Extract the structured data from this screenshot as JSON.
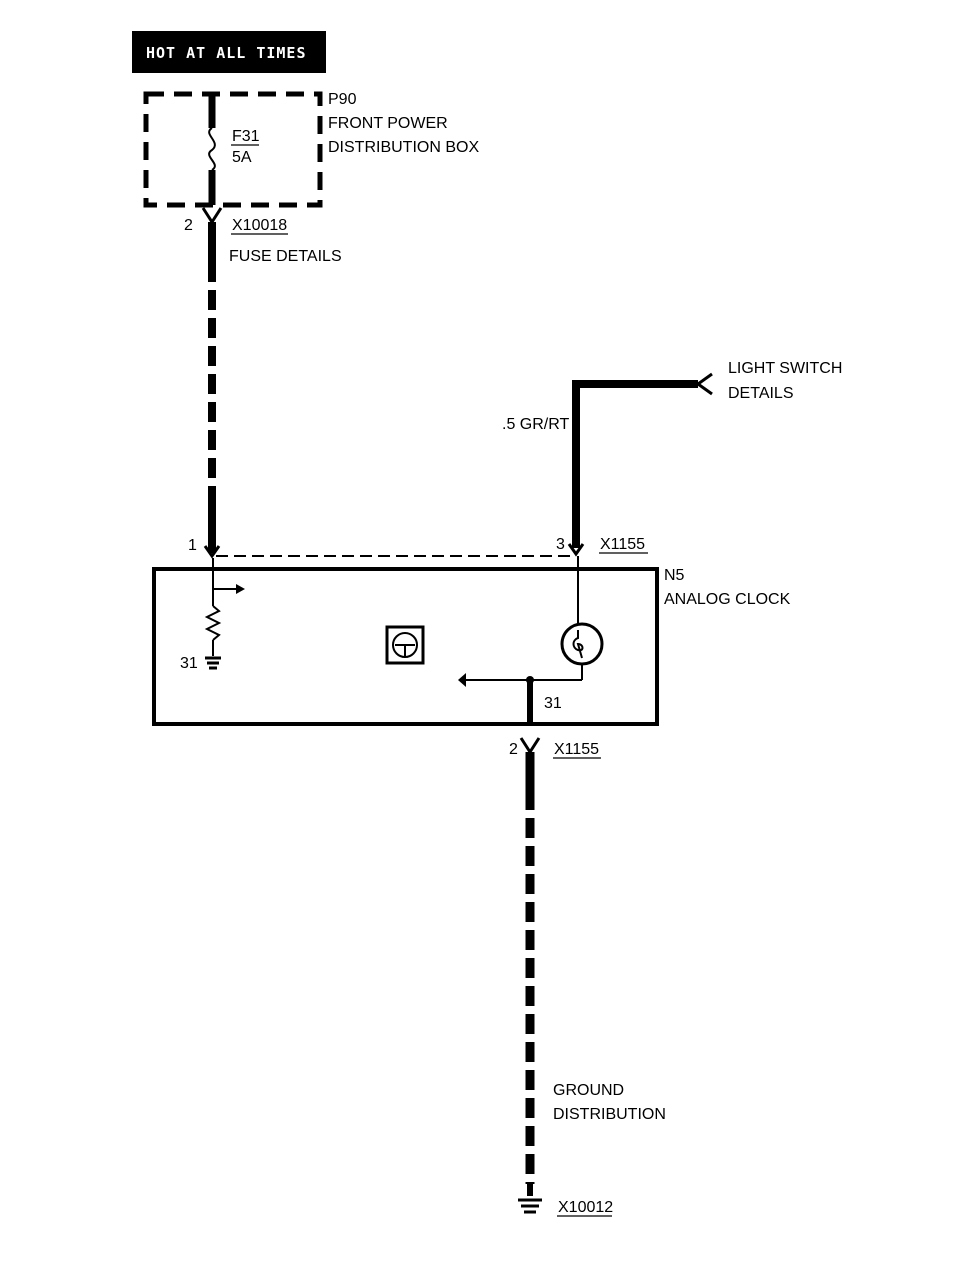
{
  "banner": {
    "text": "HOT AT ALL TIMES"
  },
  "fuse_box": {
    "id": "P90",
    "name_line1": "FRONT POWER",
    "name_line2": "DISTRIBUTION BOX"
  },
  "fuse": {
    "id": "F31",
    "rating": "5A"
  },
  "connector_top": {
    "pin": "2",
    "id": "X10018"
  },
  "fuse_details": {
    "text": "FUSE DETAILS"
  },
  "light_switch": {
    "line1": "LIGHT SWITCH",
    "line2": "DETAILS"
  },
  "wire": {
    "label": ".5 GR/RT"
  },
  "clock": {
    "id": "N5",
    "name": "ANALOG CLOCK",
    "pin1": "1",
    "pin3": "3",
    "connector": "X1155",
    "ground_left": "31",
    "ground_inner": "31"
  },
  "connector_bottom": {
    "pin": "2",
    "id": "X1155"
  },
  "ground_distribution": {
    "line1": "GROUND",
    "line2": "DISTRIBUTION"
  },
  "ground_point": {
    "id": "X10012"
  },
  "colors": {
    "ink": "#000000",
    "paper": "#ffffff"
  }
}
